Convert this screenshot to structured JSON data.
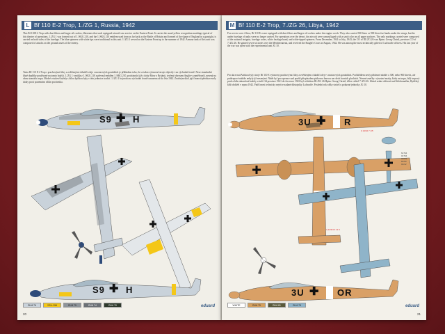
{
  "left": {
    "banner_letter": "L",
    "banner_title": "Bf 110 E-2 Trop, 1./ZG 1, Russia, 1942",
    "para_en": "This Bf 110E-2 Trop with dust filters and larger oil coolers, illustrates that such equipped aircraft saw service on the Eastern Front. It carries the usual yellow recognition markings typical of this theater of operations. 1./ZG 1 was formed out of 1./SKG 210, and the 1./SKG 210 emblem used from as far back as the Battle of Britain and formed of the shape of England in a gunsight, is carried on both sides of the fuselage. The blue spinners with white tips were traditional in this unit. 1./ZG 1 served on the Eastern Front up to the summer of 1942. Armour tank of this unit was composed of attacks on the ground assets of the enemy.",
    "para_cz": "Tento Bf 110 E-2 Trop s prachovými filtry a zvětšenými chladiči oleje s motorových gondolách je příkladem toho, že se takto vybavené stroje objevily i na východní frontě. Nese standardní žluté doplňky používané na tomto bojišti. 1./ZG 1 vznikla z 1./SKG 210 a převzal emblém 1./SKG 210, pocházející již z doby Bitvy o Británii, tvořený obrysem Anglie v zaměřovači, nesený na obou stranách trupu. Modré vrtulové kužely s bílou špičkou byly v této jednotce tradicí. 1./ZG 1 bojovala na východní frontě nasazena až do léta 1942. Značným úkol její činnosti představovaly útoky proti pozemním cílům protivníka.",
    "code_left": "S9",
    "code_right": "H",
    "code2_left": "S9",
    "code2_right": "H",
    "chips": [
      "RLM 76",
      "YELLOW",
      "RLM 75",
      "RLM 74",
      "RLM 70"
    ],
    "page_number": "20"
  },
  "right": {
    "banner_letter": "M",
    "banner_title": "Bf 110 E-2 Trop, 7./ZG 26, Libya, 1942",
    "para_en": "For service over Africa, Bf 110 Es were equipped with dust filters and larger oil coolers under the engine cowls. They also carried 300 liters or 900 liters fuel tanks under the wings, but the under fuselage of tanks were no longer carried. For operations over the desert, the aircraft were camouflaged with a sand color on all upper surfaces. The only markings carried were composed of the national insignia, fuselage codes, white fuselage band, and white-tipped spinners. From December, 1941 to July, 1943, the CO of III./ZG 26 was Hptm. Georg Christl, previous CO of 7./ZG 26. He gained seven victories over the Mediterranean, and received the Knight's Cross in August, 1942. He was among the most technically gifted of Luftwaffe officers. His last year of the war was spent with the experimental unit JG 10.",
    "para_cz": "Pro akce nad Afrikou byly stroje Bf 110 E vybaveny prachovými filtry a zvětšenými chladiči oleje v motorových gondolách. Pod křídlem nesly přídavné nádrže o 300, nebo 900 litrech, ale podtrupové nádrže nebyly již nesenými. Nátěr byl pro operace nad pouští přizpůsoben pískovou barvou na všech horních plochách. Nesené značky: výsostné znaky, kódy na trupu, bílý trupový pruh a bíle zakončené kužely vrtulí. Od prosince 1941 do července 1943 byl velitelem III./ZG 26 Hptm. Georg Christl, dříve velitel 7./ZG 26. Získal sedm vítězství nad Středomořím, Rytířský kříž obdržel v srpnu 1942. Patřil mezi technicky nejvíce nadané důstojníky Luftwaffe. Poslední rok války strávil u pokusné jednotky JG 10.",
    "code_left": "3U",
    "code_right": "R",
    "code2_left": "3U",
    "code2_right": "OR",
    "annotation_top": "I) 14/10 7 1/5",
    "annotation_mid": "I) 11/2/4 II 11 6",
    "chips": [
      "WHITE",
      "RLM 79",
      "RLM 81",
      "RLM 78"
    ],
    "codes": [
      "61764",
      "01764",
      "01163",
      "81/60",
      "01/12"
    ],
    "page_number": "21"
  },
  "brand": "eduard",
  "colors": {
    "banner": "#3c5e86",
    "sand": "#d9a066",
    "rlm76": "#c9d2da",
    "rlm75": "#8e949a",
    "rlm74": "#6b7075",
    "yellow": "#f4c718",
    "rlm78": "#8fb4c9",
    "rlm79": "#d4a05e",
    "white": "#ffffff",
    "rlm70": "#2f3a2c",
    "rlm81": "#5a5a3a"
  }
}
